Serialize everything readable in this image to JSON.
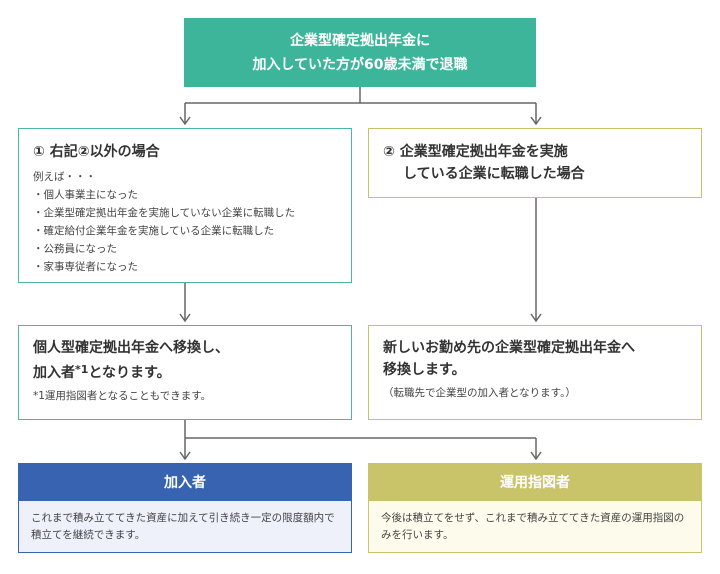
{
  "top": {
    "line1": "企業型確定拠出年金に",
    "line2": "加入していた方が60歳未満で退職"
  },
  "case1": {
    "number": "①",
    "title": "右記②以外の場合",
    "example_label": "例えば・・・",
    "examples": [
      "個人事業主になった",
      "企業型確定拠出年金を実施していない企業に転職した",
      "確定給付企業年金を実施している企業に転職した",
      "公務員になった",
      "家事専従者になった"
    ]
  },
  "case2": {
    "number": "②",
    "line1": "企業型確定拠出年金を実施",
    "line2": "している企業に転職した場合"
  },
  "result1": {
    "line1": "個人型確定拠出年金へ移換し、",
    "line2_a": "加入者",
    "line2_sup": "*1",
    "line2_b": "となります。",
    "note": "*1運用指図者となることもできます。"
  },
  "result2": {
    "line1": "新しいお勤め先の企業型確定拠出年金へ",
    "line2": "移換します。",
    "note": "（転職先で企業型の加入者となります。）"
  },
  "member": {
    "title": "加入者",
    "desc": "これまで積み立ててきた資産に加えて引き続き一定の限度額内で積立てを継続できます。"
  },
  "operator": {
    "title": "運用指図者",
    "desc": "今後は積立てをせず、これまで積み立ててきた資産の運用指図のみを行います。"
  },
  "colors": {
    "top_fill": "#3cb59a",
    "case1_border": "#4bb5a6",
    "case2_border": "#c7c36b",
    "member": "#3763b0",
    "operator": "#c9c46a",
    "connector": "#666666"
  }
}
